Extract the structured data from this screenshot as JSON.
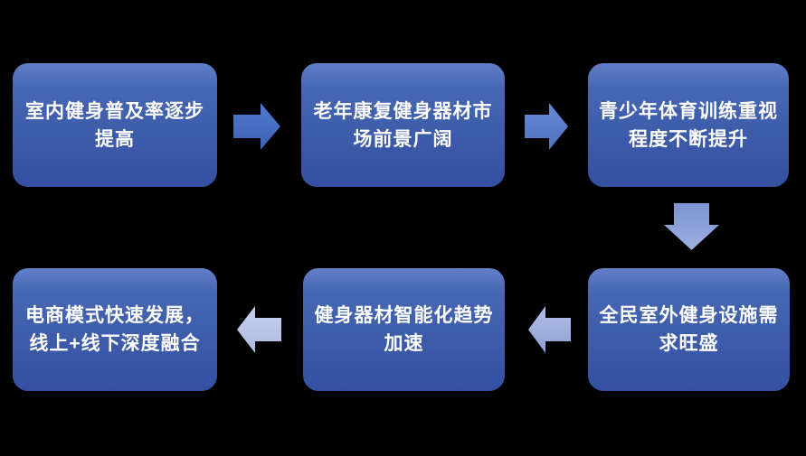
{
  "diagram": {
    "type": "process-flow",
    "palette": {
      "background": "#000000",
      "node_gradient_top": "#627fc7",
      "node_gradient_bottom": "#3550a0",
      "node_text_color": "#ffffff",
      "arrow_color_1": "#4472c4",
      "arrow_color_2": "#5b7ecd",
      "arrow_color_3": "#8ba0d8",
      "arrow_color_4": "#9fb0dd",
      "arrow_color_5": "#bac4e6"
    },
    "nodes": [
      {
        "id": "indoor-fitness",
        "text": "室内健身普及率逐步\n提高"
      },
      {
        "id": "elderly-rehab",
        "text": "老年康复健身器材市\n场前景广阔"
      },
      {
        "id": "youth-training",
        "text": "青少年体育训练重视\n程度不断提升"
      },
      {
        "id": "outdoor-demand",
        "text": "全民室外健身设施需\n求旺盛"
      },
      {
        "id": "smart-equipment",
        "text": "健身器材智能化趋势\n加速"
      },
      {
        "id": "ecommerce-model",
        "text": "电商模式快速发展，\n线上+线下深度融合"
      }
    ],
    "arrows": [
      {
        "id": "arrow-1",
        "direction": "right"
      },
      {
        "id": "arrow-2",
        "direction": "right"
      },
      {
        "id": "arrow-3",
        "direction": "down"
      },
      {
        "id": "arrow-4",
        "direction": "left"
      },
      {
        "id": "arrow-5",
        "direction": "left"
      }
    ]
  }
}
